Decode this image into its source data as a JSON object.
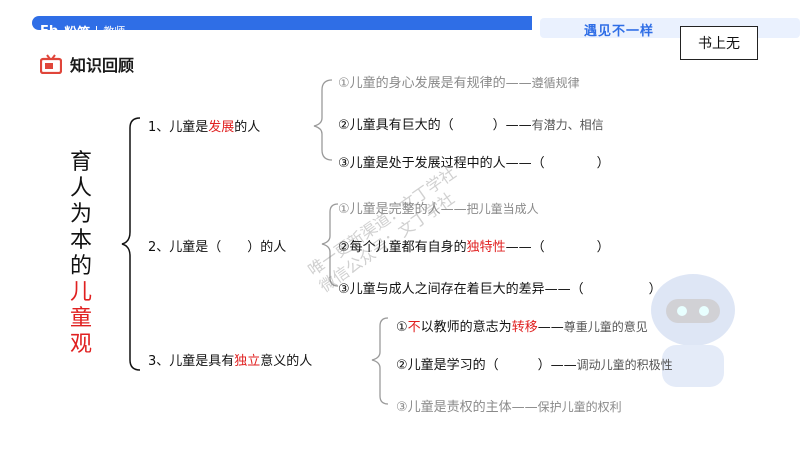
{
  "header": {
    "logo_fb": "Fb",
    "logo_brand": "粉笔",
    "logo_sub": "教师",
    "slogan": "遇见不一样",
    "corner_label": "书上无"
  },
  "section": {
    "title": "知识回顾"
  },
  "vertical_title": {
    "chars": [
      "育",
      "人",
      "为",
      "本",
      "的",
      "儿",
      "童",
      "观"
    ]
  },
  "branches": [
    {
      "label_pre": "1、儿童是",
      "label_hl": "发展",
      "label_post": "的人",
      "items": [
        {
          "text": "①儿童的身心发展是有规律的——",
          "note": "遵循规律"
        },
        {
          "text": "②儿童具有巨大的（　　　）——",
          "note": "有潜力、相信"
        },
        {
          "text": "③儿童是处于发展过程中的人——（　　　　）",
          "note": ""
        }
      ]
    },
    {
      "label": "2、儿童是（　　）的人",
      "items": [
        {
          "text": "①儿童是完整的人——",
          "note": "把儿童当成人"
        },
        {
          "text_pre": "②每个儿童都有自身的",
          "text_hl": "独特性",
          "text_post": "——（　　　　）"
        },
        {
          "text": "③儿童与成人之间存在着巨大的差异——（　　　　　）"
        }
      ]
    },
    {
      "label_pre": "3、儿童是具有",
      "label_hl": "独立",
      "label_post": "意义的人",
      "items": [
        {
          "p1": "①",
          "h1": "不",
          "p2": "以教师的意志为",
          "h2": "转移",
          "p3": "——",
          "note": "尊重儿童的意见"
        },
        {
          "text": "②儿童是学习的（　　　）——",
          "note": "调动儿童的积极性"
        },
        {
          "text": "③儿童是责权的主体——",
          "note": "保护儿童的权利"
        }
      ]
    }
  ],
  "watermark": [
    "唯一更新渠道：文丁学社",
    "微信公众号：文丁学社"
  ],
  "colors": {
    "accent_blue": "#2f6ee6",
    "highlight_red": "#e02020"
  }
}
